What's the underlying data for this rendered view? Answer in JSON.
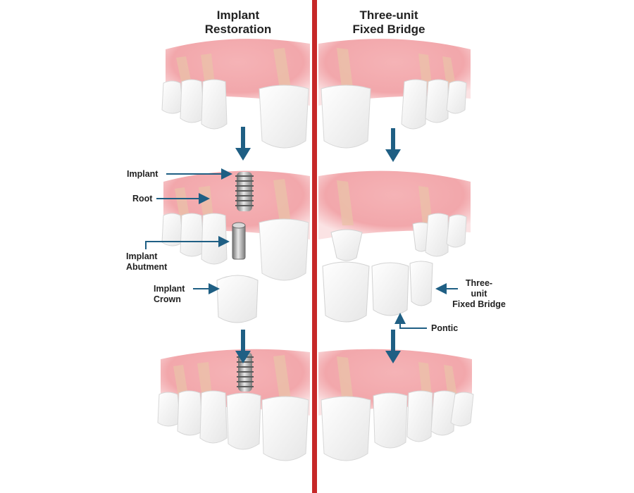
{
  "titles": {
    "left": "Implant\nRestoration",
    "right": "Three-unit\nFixed Bridge"
  },
  "labels": {
    "implant": "Implant",
    "root": "Root",
    "abutment": "Implant\nAbutment",
    "crown": "Implant\nCrown",
    "bridge": "Three-\nunit\nFixed Bridge",
    "pontic": "Pontic"
  },
  "colors": {
    "divider": "#c62828",
    "arrow": "#1f5f84",
    "gum": "#f2a7ab",
    "gum_light": "#fbe3e4",
    "root": "#e9c3a8",
    "tooth": "#ffffff",
    "tooth_stroke": "#d7d7d7",
    "metal": "#9a9a9a"
  },
  "icons": [
    "down-arrow-icon",
    "pointer-arrow-icon"
  ]
}
